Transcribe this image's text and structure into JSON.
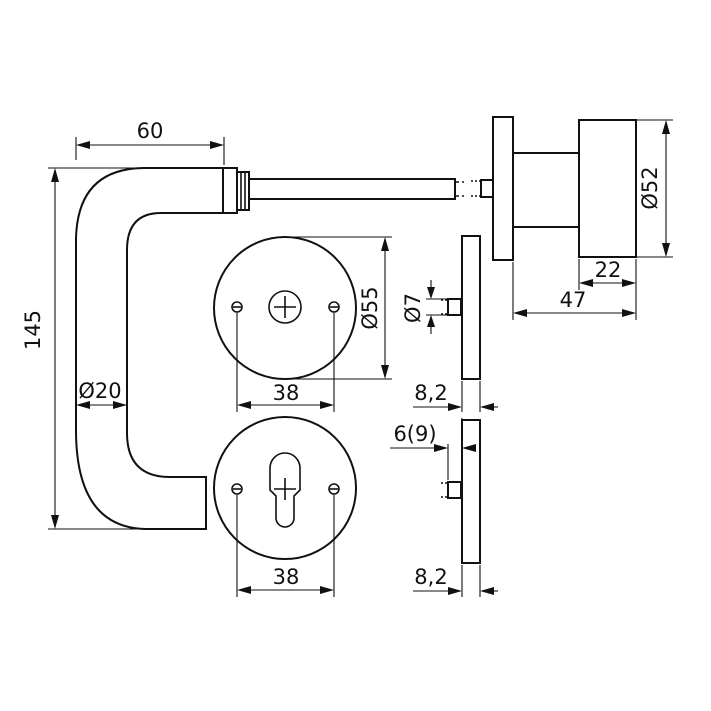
{
  "dimensions": {
    "handle_projection": "60",
    "handle_height": "145",
    "handle_diameter": "Ø20",
    "rose_diameter": "Ø55",
    "rose_screw_spacing_top": "38",
    "rose_screw_spacing_bottom": "38",
    "rose_thickness_top": "8,2",
    "rose_thickness_bottom": "8,2",
    "spindle_pin_diameter": "Ø7",
    "pin_length": "6(9)",
    "knob_diameter": "Ø52",
    "knob_length": "22",
    "knob_projection": "47"
  }
}
